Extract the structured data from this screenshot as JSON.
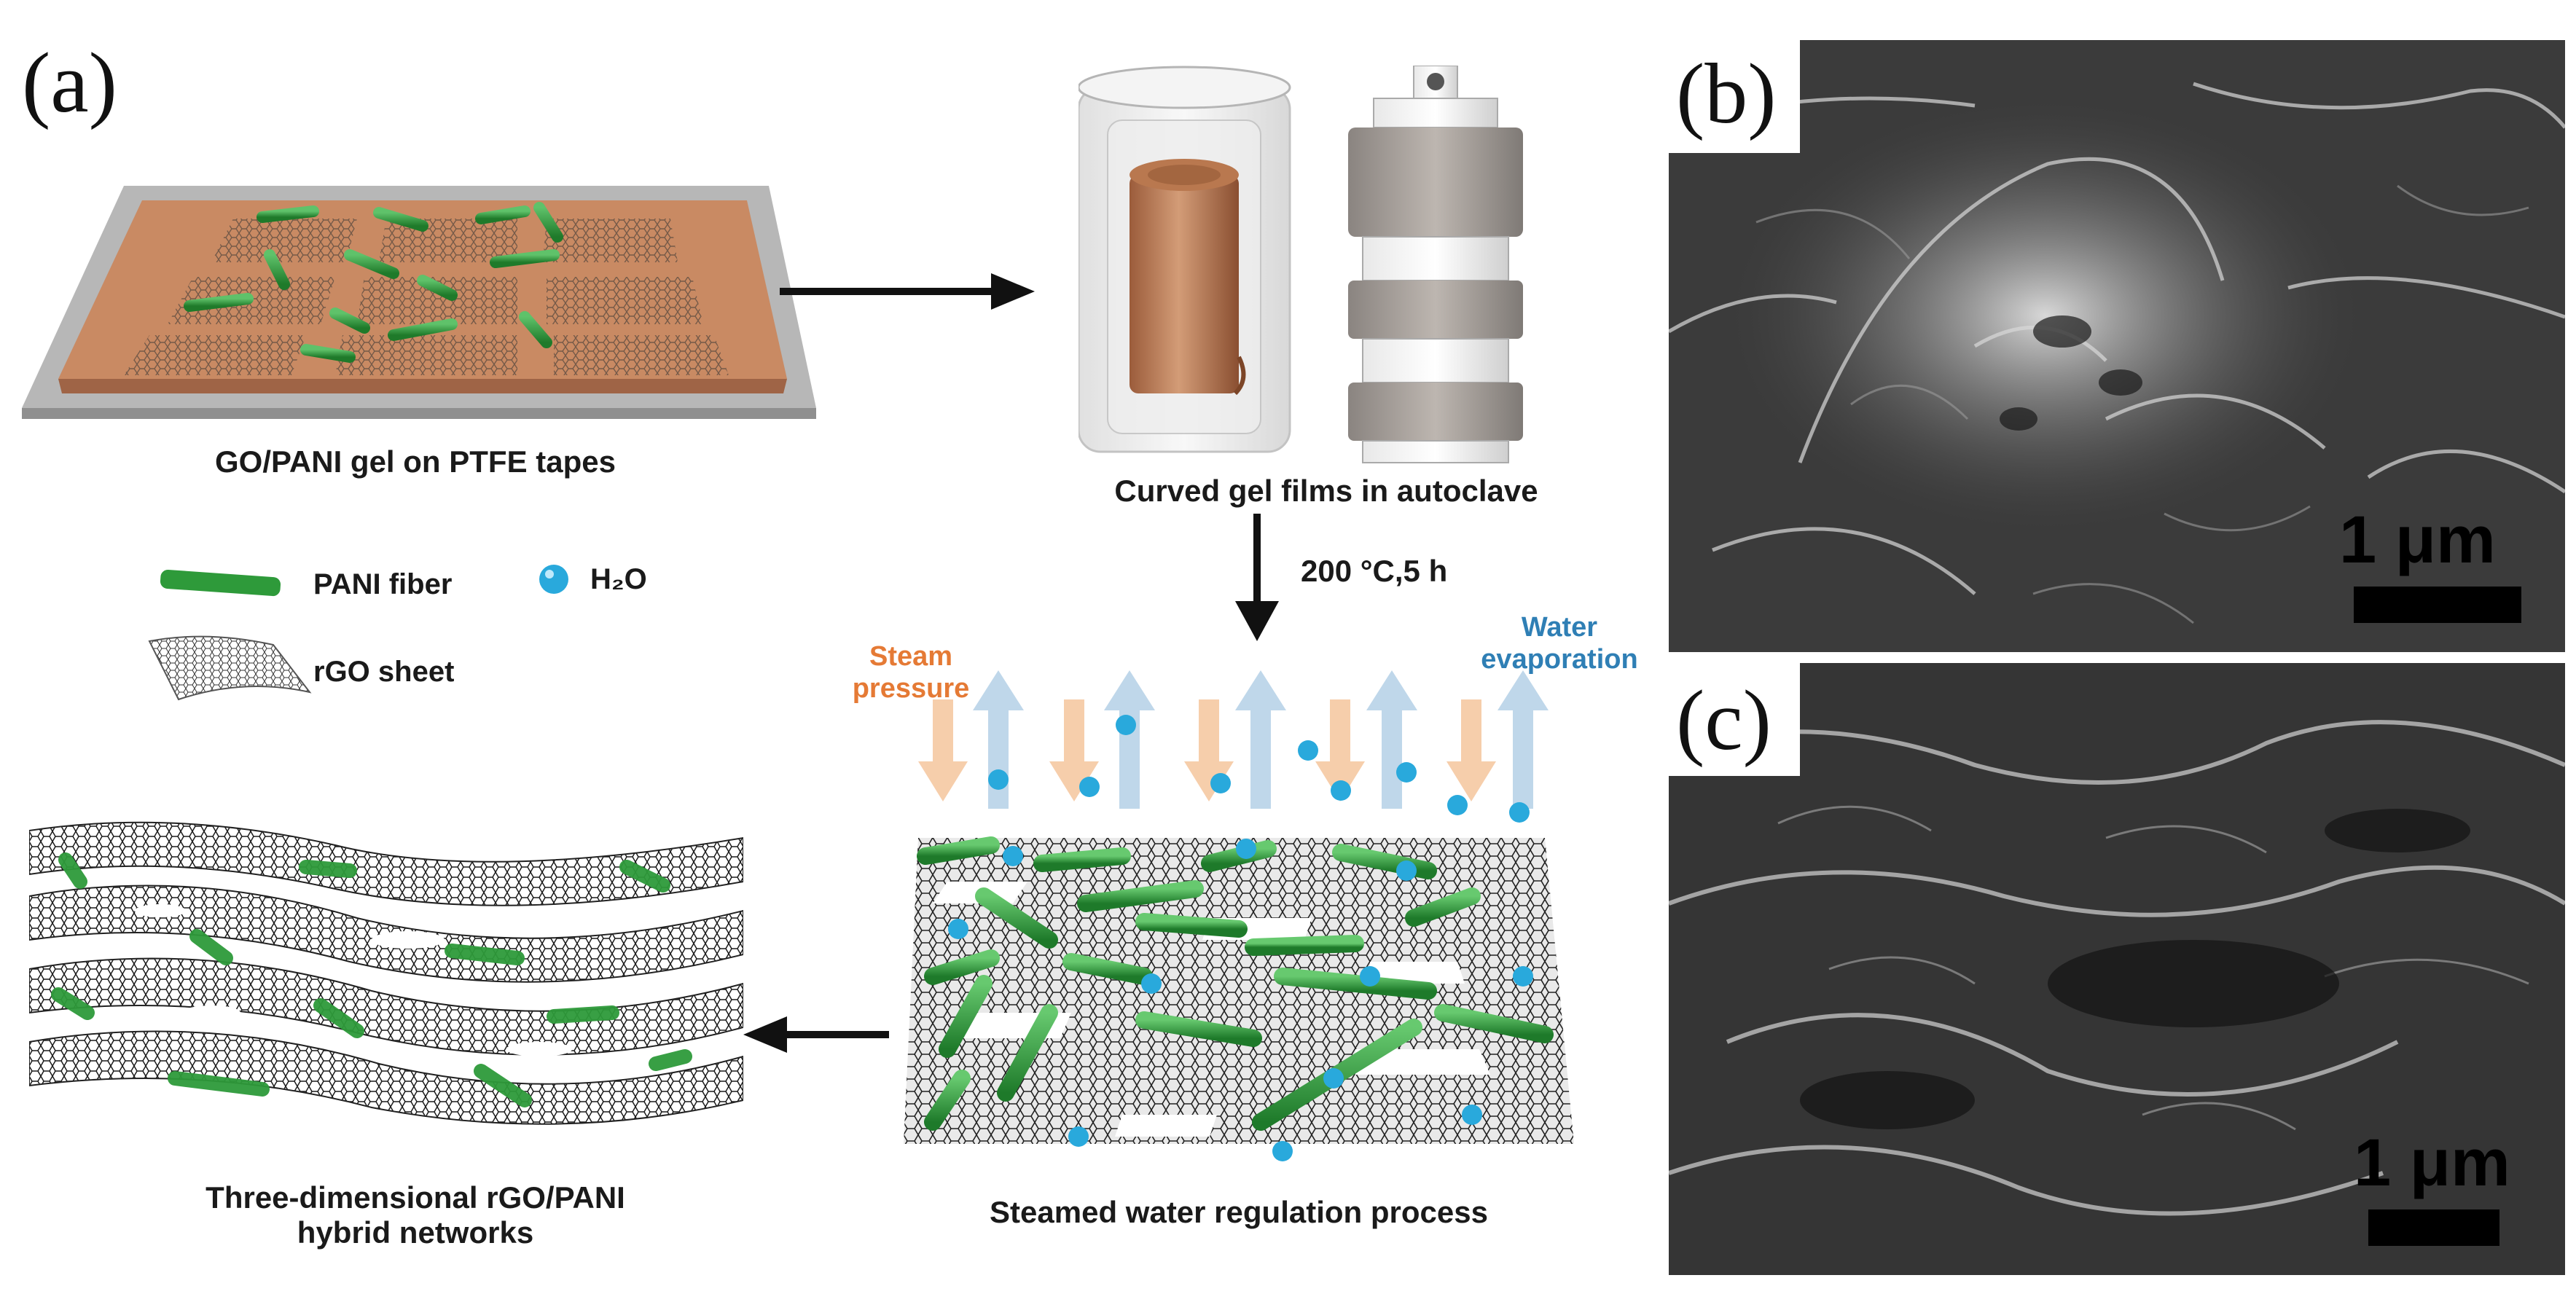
{
  "panels": {
    "a": "(a)",
    "b": "(b)",
    "c": "(c)"
  },
  "captions": {
    "gel_on_tapes": "GO/PANI gel on PTFE tapes",
    "autoclave": "Curved gel films in autoclave",
    "condition": "200 °C,5 h",
    "steamed": "Steamed water regulation process",
    "networks_line1": "Three-dimensional rGO/PANI",
    "networks_line2": "hybrid networks"
  },
  "legend": {
    "pani_fiber": "PANI fiber",
    "h2o": "H₂O",
    "rgo_sheet": "rGO sheet"
  },
  "process_labels": {
    "steam_line1": "Steam",
    "steam_line2": "pressure",
    "water_line1": "Water",
    "water_line2": "evaporation"
  },
  "scale_bars": {
    "b": "1 μm",
    "c": "1 μm"
  },
  "colors": {
    "pani_green": "#2e9a3a",
    "gel_brown": "#c98a63",
    "h2o_blue": "#29a9dc",
    "steam_orange": "#f6c9a3",
    "water_blue": "#b9d3e8"
  }
}
